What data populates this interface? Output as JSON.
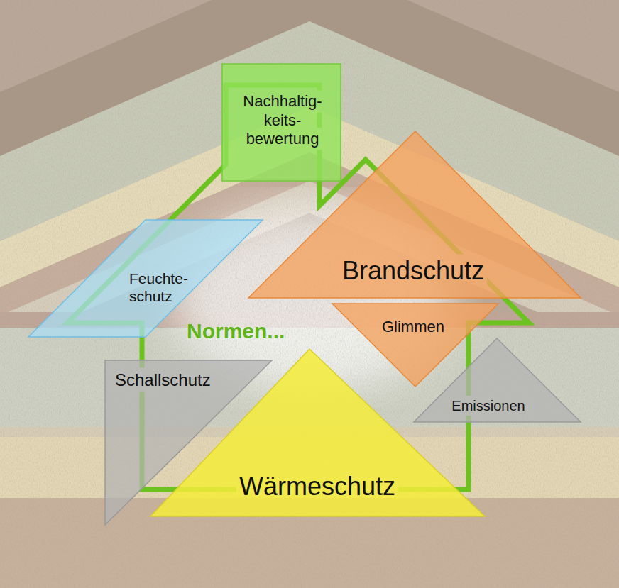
{
  "diagram": {
    "nodes": [
      {
        "text": [
          "Nachhaltig- keits- bewertung"
        ]
      },
      {
        "text": [
          "Feuchte- schutz"
        ]
      },
      {
        "text": [
          "Brandschutz"
        ]
      },
      {
        "text": [
          "Glimmen"
        ]
      },
      {
        "text": [
          "Schallschutz"
        ]
      },
      {
        "text": [
          "Emissionen"
        ]
      },
      {
        "text": [
          "Wärmeschutz"
        ]
      }
    ],
    "labels": [
      "Normen..."
    ]
  }
}
